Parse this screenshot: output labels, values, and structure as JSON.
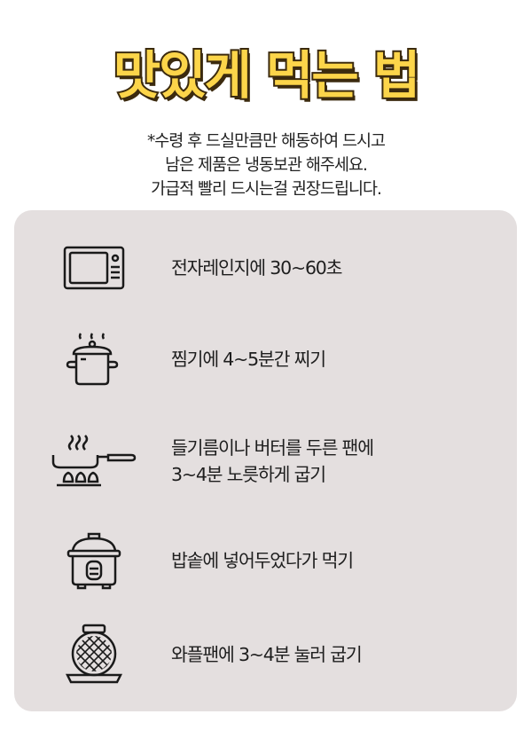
{
  "title": "맛있게 먹는 법",
  "notice": [
    "*수령 후 드실만큼만 해동하여 드시고",
    "남은 제품은 냉동보관 해주세요.",
    "가급적 빨리 드시는걸 권장드립니다."
  ],
  "methods": [
    {
      "icon": "microwave-icon",
      "lines": [
        "전자레인지에 30~60초"
      ]
    },
    {
      "icon": "steamer-pot-icon",
      "lines": [
        "찜기에 4~5분간 찌기"
      ]
    },
    {
      "icon": "frying-pan-icon",
      "lines": [
        "들기름이나 버터를 두른 팬에",
        "3~4분 노릇하게 굽기"
      ]
    },
    {
      "icon": "rice-cooker-icon",
      "lines": [
        "밥솥에 넣어두었다가 먹기"
      ]
    },
    {
      "icon": "waffle-maker-icon",
      "lines": [
        "와플팬에 3~4분 눌러 굽기"
      ]
    }
  ],
  "colors": {
    "title_fill": "#fcd54a",
    "title_outline": "#3b2a0e",
    "panel": "#e4dfdf"
  }
}
